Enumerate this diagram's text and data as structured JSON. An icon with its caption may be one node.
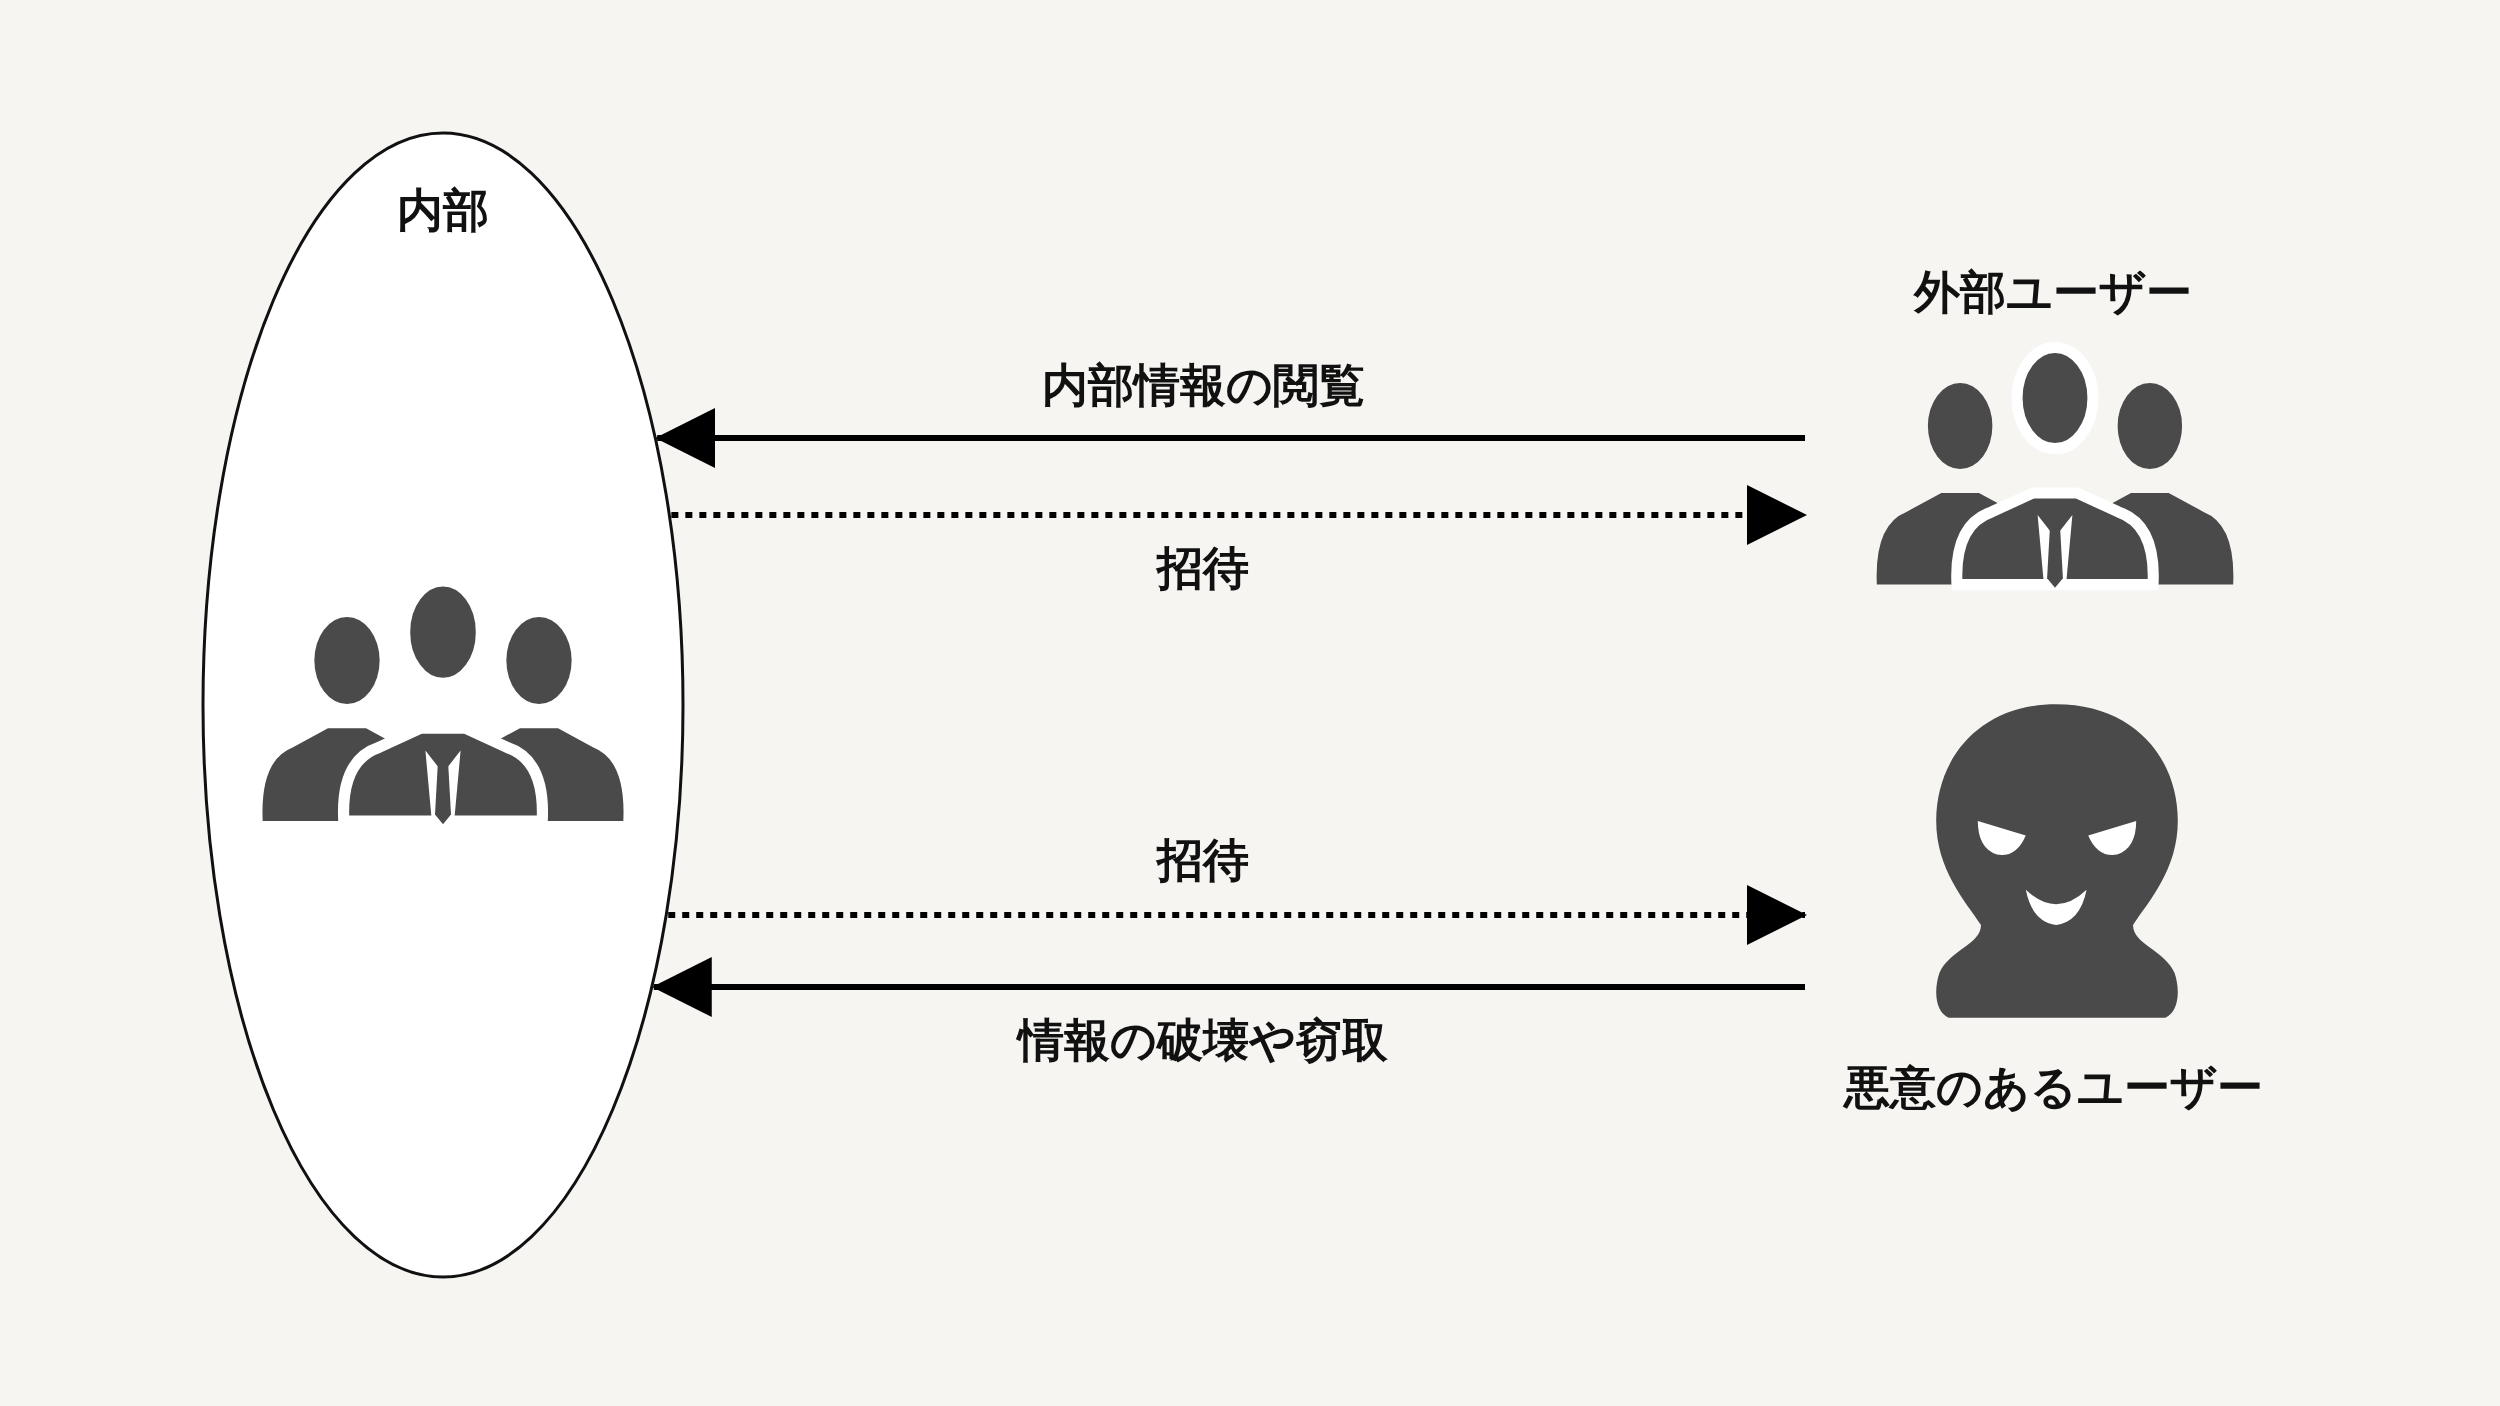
{
  "diagram": {
    "nodes": [
      {
        "text": [
          "内部"
        ]
      },
      {
        "text": [],
        "shape": "person",
        "in": 0
      },
      {
        "text": [
          "外部ユーザー"
        ]
      },
      {
        "text": [
          "悪意のあるユーザー"
        ]
      }
    ],
    "edges": [
      {
        "from": 2,
        "to": 0,
        "arrow": "to",
        "label": "内部情報の閲覧"
      },
      {
        "from": 0,
        "to": 2,
        "arrow": "to",
        "label": "招待",
        "style": "dashed"
      },
      {
        "from": 0,
        "to": 3,
        "arrow": "to",
        "label": "招待",
        "style": "dashed"
      },
      {
        "from": 3,
        "to": 0,
        "arrow": "to",
        "label": "情報の破壊や窃取"
      }
    ]
  }
}
